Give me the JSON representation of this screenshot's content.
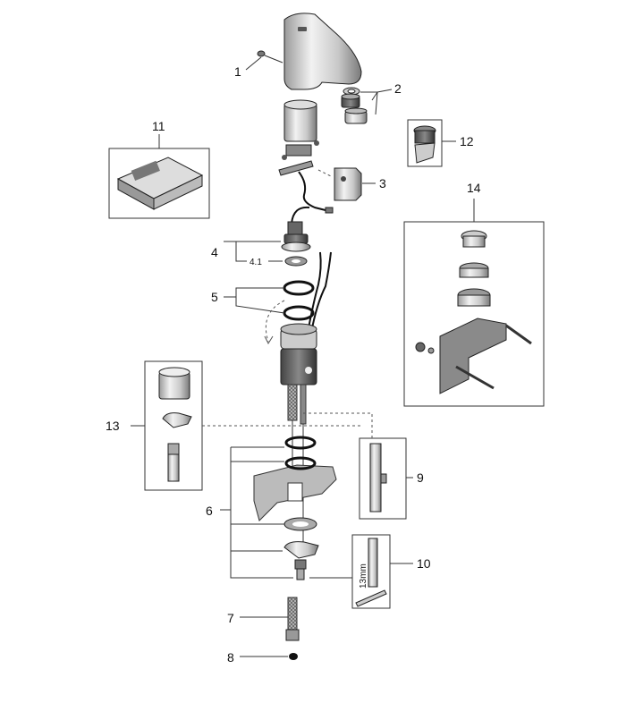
{
  "callouts": {
    "c1": "1",
    "c2": "2",
    "c3": "3",
    "c4": "4",
    "c4_1": "4.1",
    "c5": "5",
    "c6": "6",
    "c7": "7",
    "c8": "8",
    "c9": "9",
    "c10": "10",
    "c11": "11",
    "c12": "12",
    "c13": "13",
    "c14": "14"
  },
  "tool_label": "13mm"
}
